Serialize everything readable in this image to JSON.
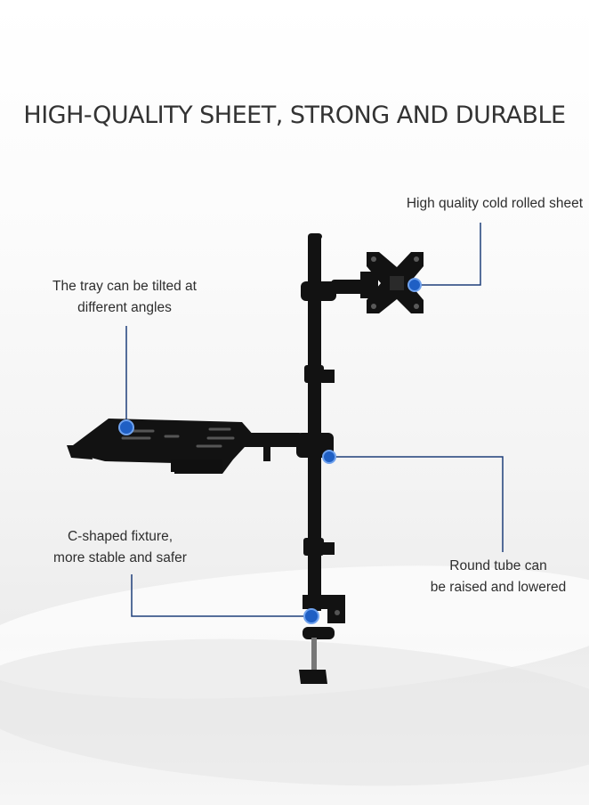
{
  "headline": "HIGH-QUALITY SHEET, STRONG AND DURABLE",
  "callouts": {
    "sheet": "High quality cold rolled sheet",
    "tray_line1": "The tray can be tilted at",
    "tray_line2": "different angles",
    "clamp_line1": "C-shaped fixture,",
    "clamp_line2": "more stable and safer",
    "tube_line1": "Round tube can",
    "tube_line2": "be raised and lowered"
  },
  "colors": {
    "leader_line": "#1e3f7a",
    "marker": "#1f5fc4",
    "product": "#121212",
    "text": "#2e2e2e"
  }
}
